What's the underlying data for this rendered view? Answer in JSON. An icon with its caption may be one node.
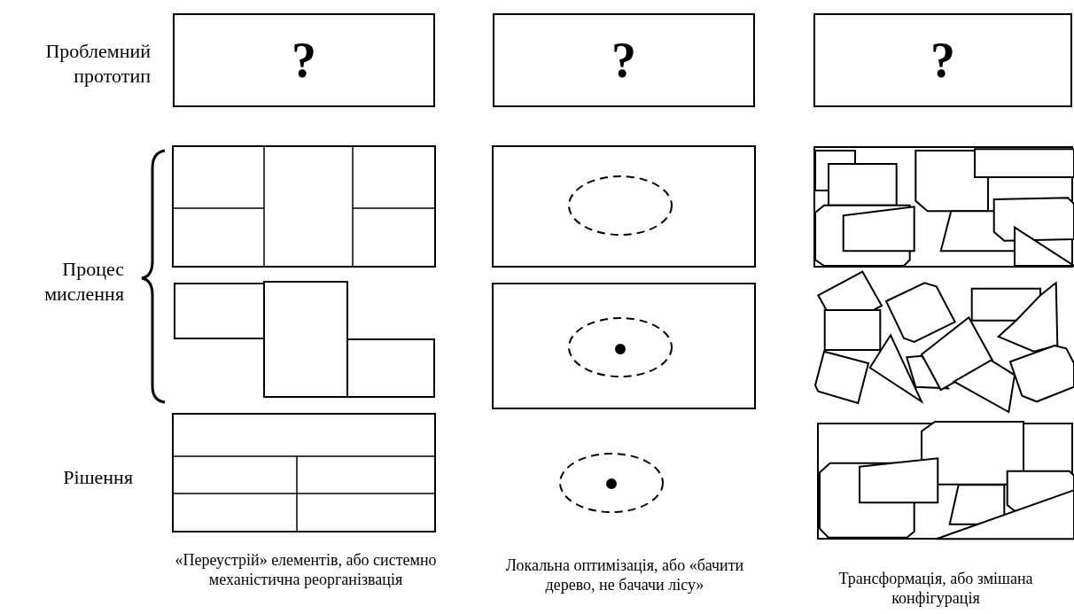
{
  "diagram": {
    "nodes": [
      {
        "text": [
          "?"
        ]
      },
      {
        "text": [
          "?"
        ]
      },
      {
        "text": [
          "?"
        ]
      }
    ],
    "labels": [
      "Проблемний прототип",
      "Процес мислення",
      "Рішення",
      "«Переустрій» елементів, або системно механістична реорганізвація",
      "Локальна оптимізація, або «бачити дерево, не бачачи лісу»",
      "Трансформація, або змішана конфігурація"
    ]
  }
}
